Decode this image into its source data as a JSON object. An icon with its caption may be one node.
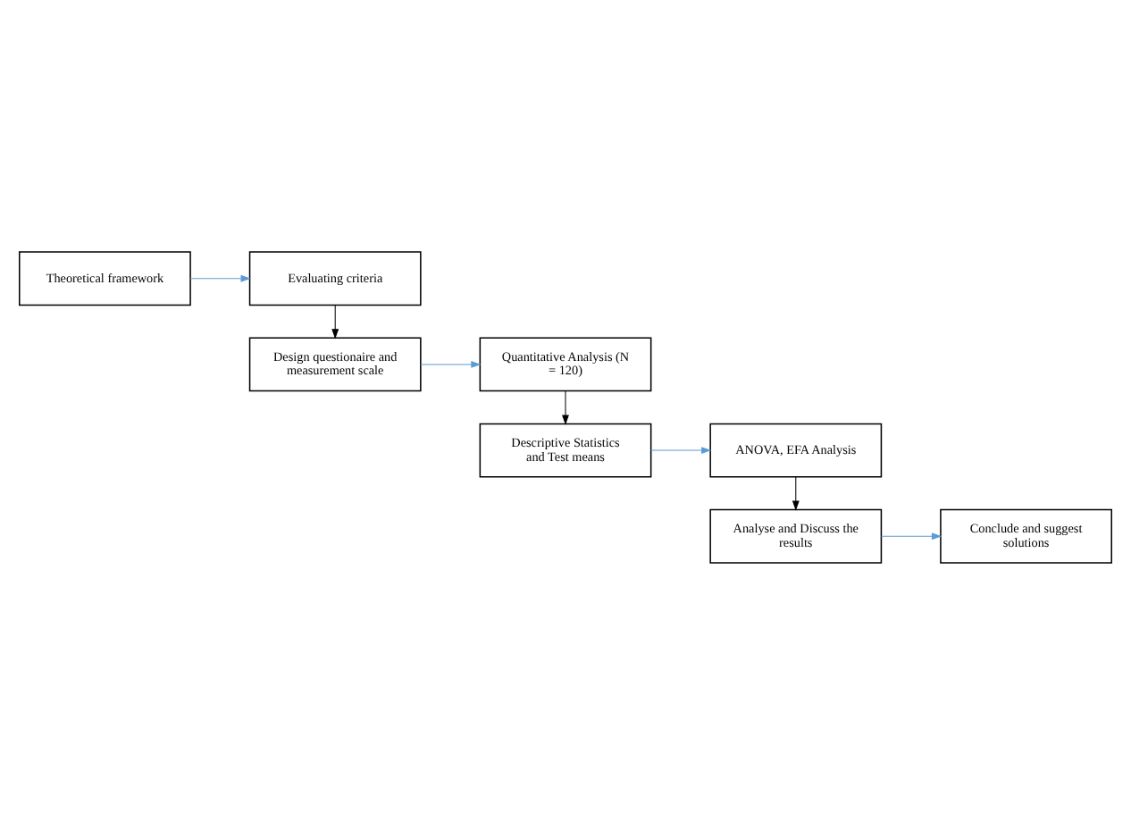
{
  "diagram": {
    "nodes": [
      {
        "text": [
          "Theoretical framework"
        ]
      },
      {
        "text": [
          "Evaluating criteria"
        ]
      },
      {
        "text": [
          "Design questionaire and measurement scale"
        ]
      },
      {
        "text": [
          "Quantitative Analysis (N = 120)"
        ]
      },
      {
        "text": [
          "Descriptive Statistics and Test means"
        ]
      },
      {
        "text": [
          "ANOVA, EFA Analysis"
        ]
      },
      {
        "text": [
          "Analyse and Discuss the results"
        ]
      },
      {
        "text": [
          "Conclude and suggest solutions"
        ]
      }
    ],
    "edges": [
      {
        "from": 0,
        "to": 1,
        "arrow": "to"
      },
      {
        "from": 1,
        "to": 2,
        "arrow": "to",
        "color": "#000000"
      },
      {
        "from": 2,
        "to": 3,
        "arrow": "to"
      },
      {
        "from": 3,
        "to": 4,
        "arrow": "to",
        "color": "#000000"
      },
      {
        "from": 4,
        "to": 5,
        "arrow": "to"
      },
      {
        "from": 5,
        "to": 6,
        "arrow": "to",
        "color": "#000000"
      },
      {
        "from": 6,
        "to": 7,
        "arrow": "to"
      }
    ]
  }
}
